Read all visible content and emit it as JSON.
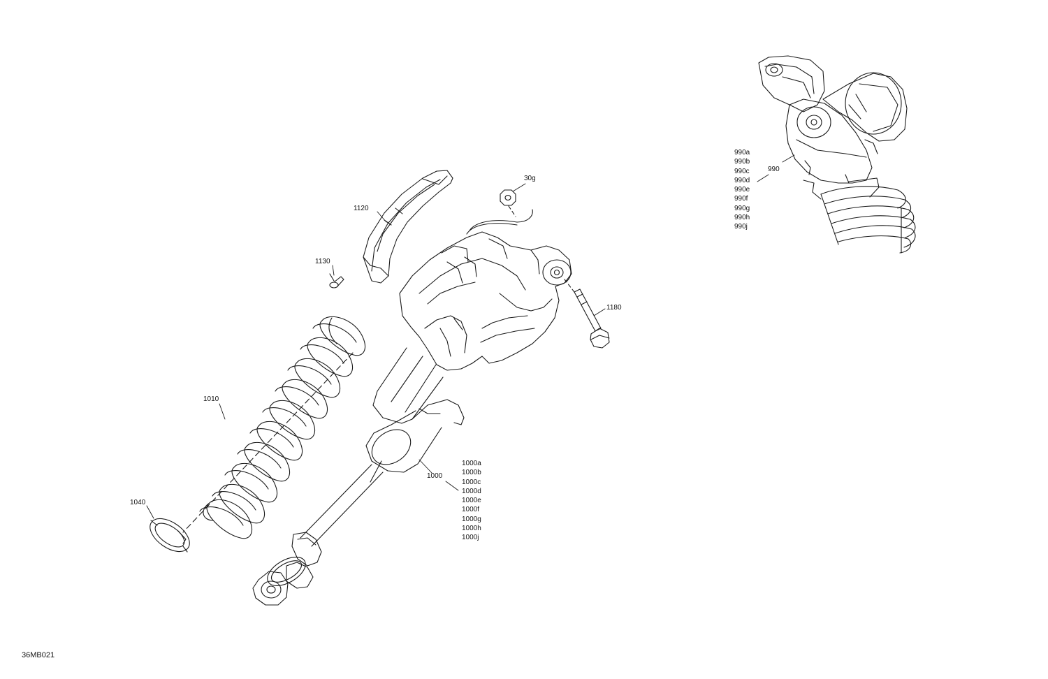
{
  "callouts": {
    "c990": "990",
    "c30g": "30g",
    "c1120": "1120",
    "c1130": "1130",
    "c1180": "1180",
    "c1010": "1010",
    "c1000": "1000",
    "c1040": "1040"
  },
  "variants990": [
    "990a",
    "990b",
    "990c",
    "990d",
    "990e",
    "990f",
    "990g",
    "990h",
    "990j"
  ],
  "variants1000": [
    "1000a",
    "1000b",
    "1000c",
    "1000d",
    "1000e",
    "1000f",
    "1000g",
    "1000h",
    "1000j"
  ],
  "drawing_code": "36MB021",
  "colors": {
    "line": "#1a1a1a",
    "background": "#ffffff"
  }
}
